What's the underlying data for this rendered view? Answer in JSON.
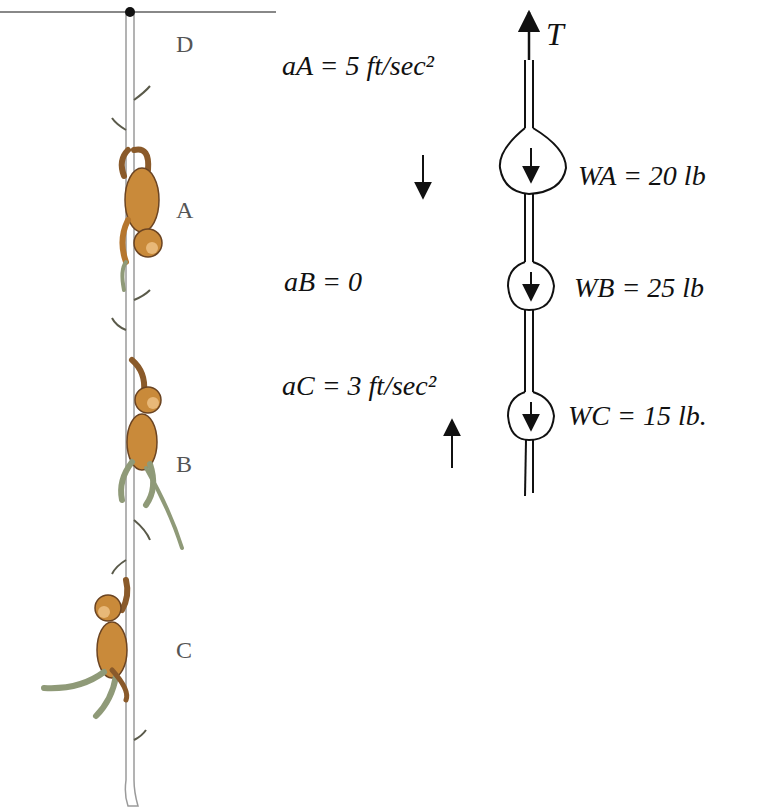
{
  "diagram": {
    "labels": [
      "D",
      "A",
      "B",
      "C",
      "T",
      "aA = 5 ft/sec²",
      "aB = 0",
      "aC = 3 ft/sec²",
      "WA = 20 lb",
      "WB = 25 lb",
      "WC = 15 lb."
    ]
  }
}
